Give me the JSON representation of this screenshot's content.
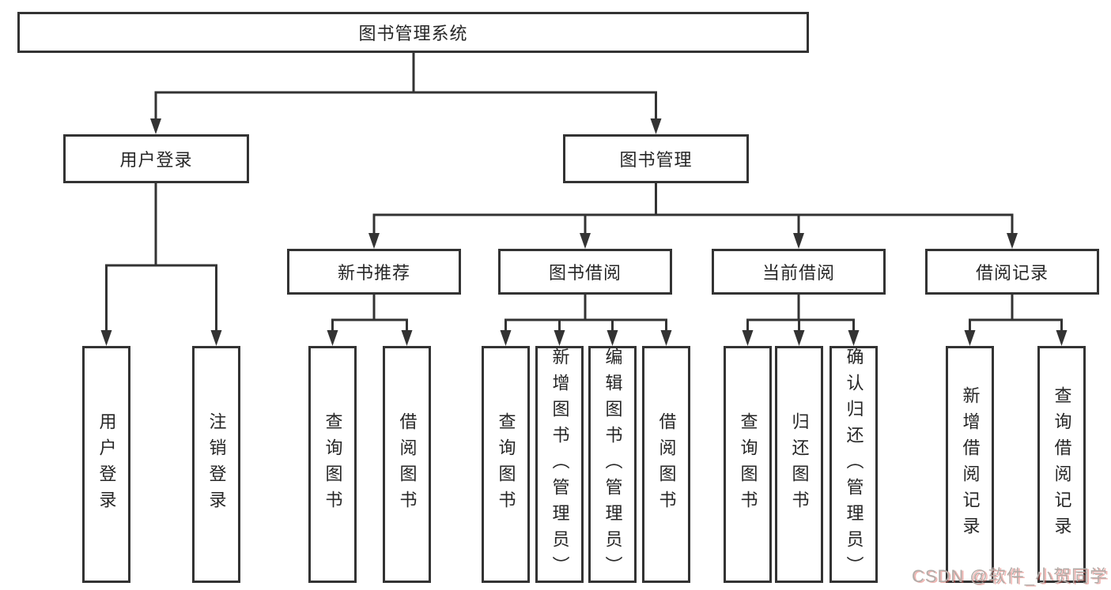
{
  "diagram": {
    "root": {
      "label": "图书管理系统"
    },
    "branches": [
      {
        "label": "用户登录",
        "leaves": [
          {
            "label": "用户登录"
          },
          {
            "label": "注销登录"
          }
        ]
      },
      {
        "label": "图书管理",
        "groups": [
          {
            "label": "新书推荐",
            "leaves": [
              {
                "label": "查询图书"
              },
              {
                "label": "借阅图书"
              }
            ]
          },
          {
            "label": "图书借阅",
            "leaves": [
              {
                "label": "查询图书"
              },
              {
                "label": "新增图书（管理员）"
              },
              {
                "label": "编辑图书（管理员）"
              },
              {
                "label": "借阅图书"
              }
            ]
          },
          {
            "label": "当前借阅",
            "leaves": [
              {
                "label": "查询图书"
              },
              {
                "label": "归还图书"
              },
              {
                "label": "确认归还（管理员）"
              }
            ]
          },
          {
            "label": "借阅记录",
            "leaves": [
              {
                "label": "新增借阅记录"
              },
              {
                "label": "查询借阅记录"
              }
            ]
          }
        ]
      }
    ]
  },
  "watermark": {
    "text": "CSDN @软件_小贺同学"
  },
  "colors": {
    "line": "#333333",
    "text": "#262626",
    "watermark": "#b3aca8",
    "watermark_accent": "#e05c54"
  }
}
